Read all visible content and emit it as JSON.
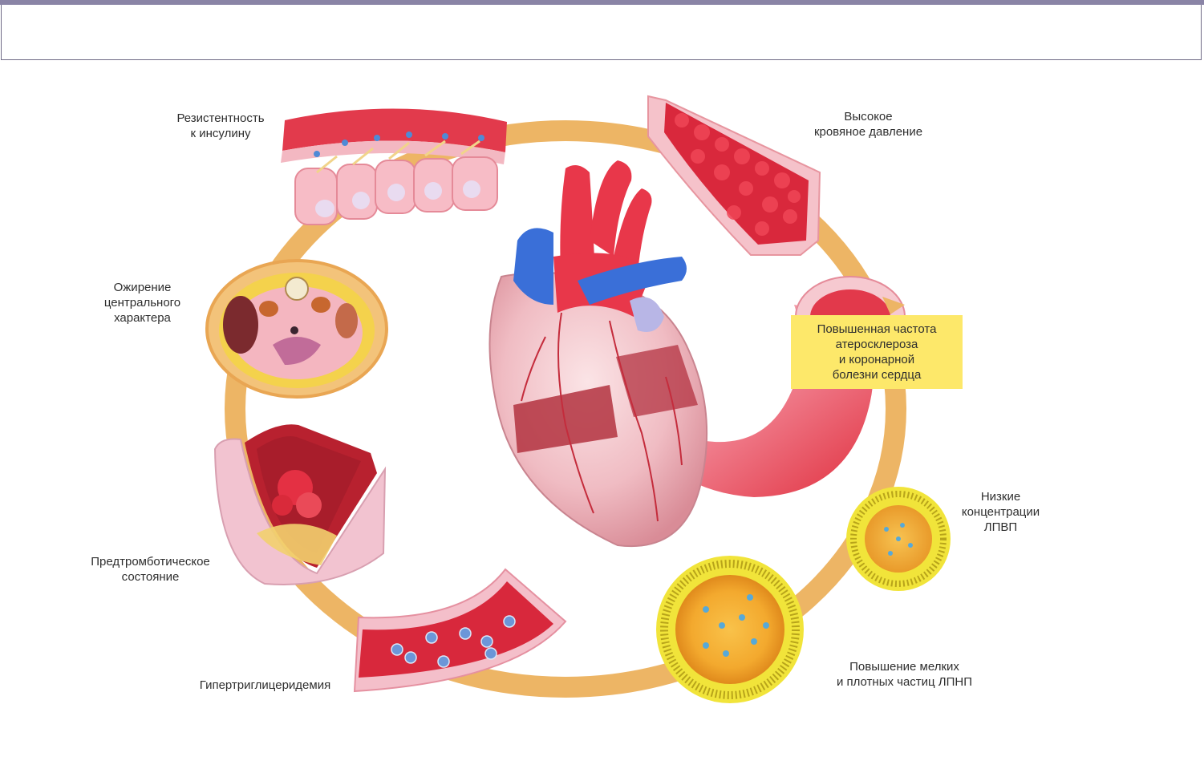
{
  "labels": {
    "insulin_resistance": "Резистентность\nк инсулину",
    "high_blood_pressure": "Высокое\nкровяное давление",
    "central_obesity": "Ожирение\nцентрального\nхарактера",
    "atherosclerosis_callout": "Повышенная частота\nатеросклероза\nи коронарной\nболезни сердца",
    "low_hdl": "Низкие\nконцентрации\nЛПВП",
    "prothrombotic_state": "Предтромботическое\nсостояние",
    "small_dense_ldl": "Повышение мелких\nи плотных частиц ЛПНП",
    "hypertriglyceridemia": "Гипертриглицеридемия"
  },
  "colors": {
    "cycle_ring": "#edb565",
    "artery_red": "#e8374a",
    "vein_blue": "#3a6fd8",
    "tissue_pink": "#f2b3bf",
    "lipoprotein_yellow": "#f1e43a",
    "callout_yellow": "#fde86a"
  }
}
